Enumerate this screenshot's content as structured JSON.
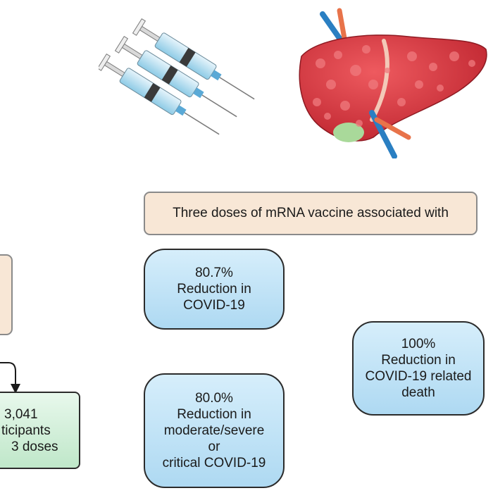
{
  "header": {
    "text": "Three doses of mRNA vaccine associated with"
  },
  "outcomes": [
    {
      "lines": [
        "80.7%",
        "Reduction in",
        "COVID-19"
      ]
    },
    {
      "lines": [
        "80.0%",
        "Reduction in",
        "moderate/severe",
        "or",
        "critical COVID-19"
      ]
    },
    {
      "lines": [
        "100%",
        "Reduction in",
        "COVID-19 related",
        "death"
      ]
    }
  ],
  "participants": {
    "lines": [
      "3,041",
      "ticipants",
      "3 doses"
    ]
  },
  "icons": [
    "syringe-icon",
    "liver-icon",
    "arrow-icon"
  ],
  "colors": {
    "header_fill": "#f8e7d6",
    "outcome_fill": "#bfe3f6",
    "participants_fill": "#c9ecd3",
    "liver": "#d9323a"
  }
}
